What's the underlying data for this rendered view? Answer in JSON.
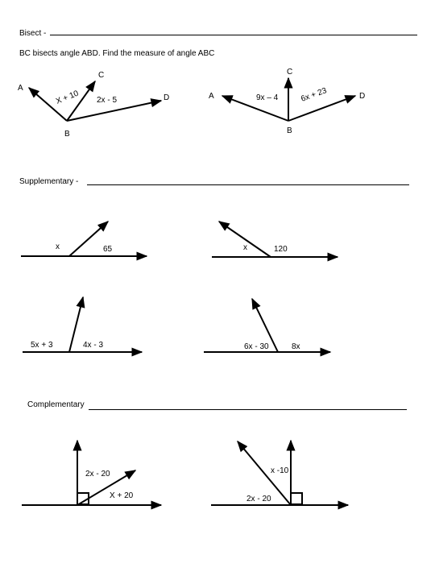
{
  "sections": {
    "bisect": {
      "title": "Bisect -",
      "instruction": "BC bisects angle ABD.  Find the measure of angle ABC"
    },
    "supplementary": {
      "title": "Supplementary -"
    },
    "complementary": {
      "title": "Complementary"
    }
  },
  "figures": {
    "bisect_1": {
      "A": "A",
      "B": "B",
      "C": "C",
      "D": "D",
      "angle_ABC": "X + 10",
      "angle_CBD": "2x - 5"
    },
    "bisect_2": {
      "A": "A",
      "B": "B",
      "C": "C",
      "D": "D",
      "angle_ABC": "9x – 4",
      "angle_CBD": "6x + 23"
    },
    "supp_1": {
      "left": "x",
      "right": "65"
    },
    "supp_2": {
      "left": "x",
      "right": "120"
    },
    "supp_3": {
      "left": "5x + 3",
      "right": "4x - 3"
    },
    "supp_4": {
      "left": "6x - 30",
      "right": "8x"
    },
    "comp_1": {
      "upper": "2x - 20",
      "lower": "X + 20"
    },
    "comp_2": {
      "upper": "x -10",
      "lower": "2x - 20"
    }
  }
}
